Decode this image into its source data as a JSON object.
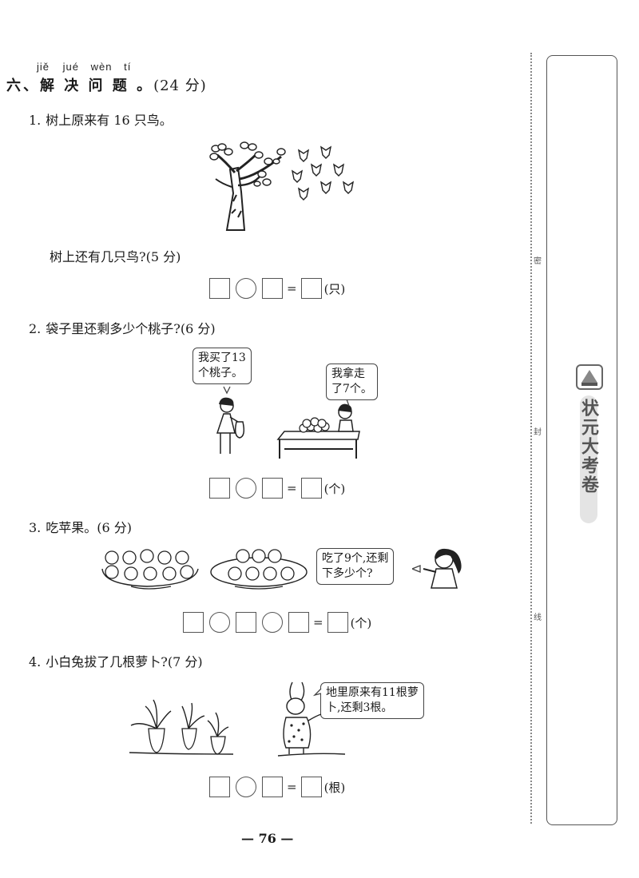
{
  "section": {
    "pinyin": [
      "jiě",
      "jué",
      "wèn",
      "tí"
    ],
    "title": "六、解 决 问 题 。",
    "points": "(24 分)"
  },
  "questions": [
    {
      "number": "1.",
      "prompt": "树上原来有 16 只鸟。",
      "sub_prompt": "树上还有几只鸟?(5 分)",
      "illustration": "tree-with-flying-birds",
      "equation": {
        "boxes": 2,
        "operators": [
          "○"
        ],
        "equals": "=",
        "unit": "(只)"
      }
    },
    {
      "number": "2.",
      "prompt": "袋子里还剩多少个桃子?(6 分)",
      "illustration": "girl-with-bag-and-boy-at-table",
      "bubbles": [
        "我买了13个桃子。",
        "我拿走了7个。"
      ],
      "bubble_lines": [
        [
          "我买了13",
          "个桃子。"
        ],
        [
          "我拿走",
          "了7个。"
        ]
      ],
      "equation": {
        "boxes": 2,
        "operators": [
          "○"
        ],
        "equals": "=",
        "unit": "(个)"
      }
    },
    {
      "number": "3.",
      "prompt": "吃苹果。(6 分)",
      "illustration": "two-plates-of-apples-and-girl",
      "apples": {
        "plate1": 10,
        "plate2": 7
      },
      "bubbles": [
        "吃了9个,还剩下多少个?"
      ],
      "bubble_lines": [
        [
          "吃了9个,还剩",
          "下多少个?"
        ]
      ],
      "equation": {
        "boxes": 3,
        "operators": [
          "○",
          "○"
        ],
        "equals": "=",
        "unit": "(个)"
      }
    },
    {
      "number": "4.",
      "prompt": "小白兔拔了几根萝卜?(7 分)",
      "illustration": "carrots-and-rabbit",
      "bubbles": [
        "地里原来有11根萝卜,还剩3根。"
      ],
      "bubble_lines": [
        [
          "地里原来有11根萝",
          "卜,还剩3根。"
        ]
      ],
      "equation": {
        "boxes": 2,
        "operators": [
          "○"
        ],
        "equals": "=",
        "unit": "(根)"
      }
    }
  ],
  "margin": {
    "labels": [
      "密",
      "封",
      "线"
    ],
    "logo_text": "状元大考卷",
    "logo_icon": "book-logo-icon"
  },
  "footer": {
    "page_number": "— 76 —"
  }
}
